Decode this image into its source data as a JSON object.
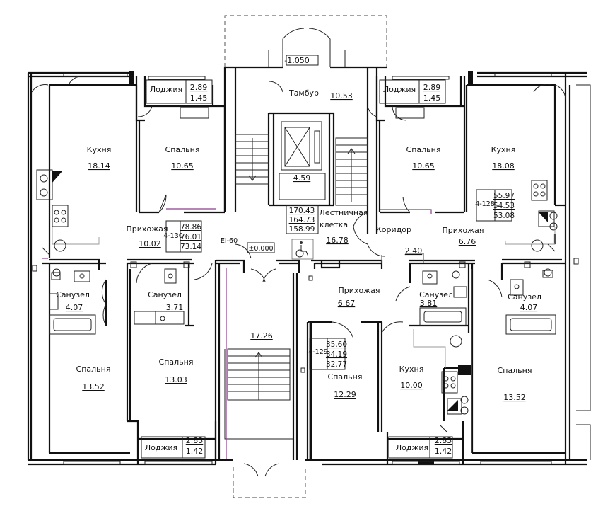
{
  "rooms": {
    "kitchen_left": {
      "name": "Кухня",
      "area": "18.14"
    },
    "bedroom_tl": {
      "name": "Спальня",
      "area": "10.65"
    },
    "loggia_tl": {
      "name": "Лоджия",
      "area_top": "2.89",
      "area_bottom": "1.45"
    },
    "tambour": {
      "name": "Тамбур",
      "area": "10.53"
    },
    "level_top": "-1.050",
    "elevator": {
      "area": "4.59"
    },
    "loggia_tr": {
      "name": "Лоджия",
      "area_top": "2.89",
      "area_bottom": "1.45"
    },
    "bedroom_tr": {
      "name": "Спальня",
      "area": "10.65"
    },
    "kitchen_right": {
      "name": "Кухня",
      "area": "18.08"
    },
    "hall_left": {
      "name": "Прихожая",
      "area": "10.02"
    },
    "stair_hall": {
      "name_line1": "Лестничная",
      "name_line2": "клетка",
      "area": "16.78"
    },
    "corridor": {
      "name": "Коридор",
      "area": "2.40"
    },
    "hall_right": {
      "name": "Прихожая",
      "area": "6.76"
    },
    "bath_l1": {
      "name": "Санузел",
      "area": "4.07"
    },
    "bath_l2": {
      "name": "Санузел",
      "area": "3.71"
    },
    "bath_r1": {
      "name": "Санузел",
      "area": "3.81"
    },
    "bath_r2": {
      "name": "Санузел",
      "area": "4.07"
    },
    "hall_center": {
      "name": "Прихожая",
      "area": "6.67"
    },
    "stair_lower": {
      "area": "17.26"
    },
    "bedroom_bl": {
      "name": "Спальня",
      "area": "13.52"
    },
    "bedroom_bl2": {
      "name": "Спальня",
      "area": "13.03"
    },
    "bedroom_bc": {
      "name": "Спальня",
      "area": "12.29"
    },
    "kitchen_bc": {
      "name": "Кухня",
      "area": "10.00"
    },
    "bedroom_br": {
      "name": "Спальня",
      "area": "13.52"
    },
    "loggia_bl": {
      "name": "Лоджия",
      "area_top": "2.83",
      "area_bottom": "1.42"
    },
    "loggia_br": {
      "name": "Лоджия",
      "area_top": "2.83",
      "area_bottom": "1.42"
    },
    "level_zero": "±0.000",
    "fire_door": "EI-60"
  },
  "apartments": {
    "a130": {
      "id": "4-130",
      "v1": "78.86",
      "v2": "76.01",
      "v3": "73.14"
    },
    "a128": {
      "id": "4-128",
      "v1": "55.97",
      "v2": "54.53",
      "v3": "53.08"
    },
    "a129": {
      "id": "4-129",
      "v1": "35.60",
      "v2": "34.19",
      "v3": "32.77"
    },
    "stair_total": {
      "v1": "170.43",
      "v2": "164.73",
      "v3": "158.99"
    }
  },
  "icons": {
    "accessibility": "wheelchair-icon"
  }
}
